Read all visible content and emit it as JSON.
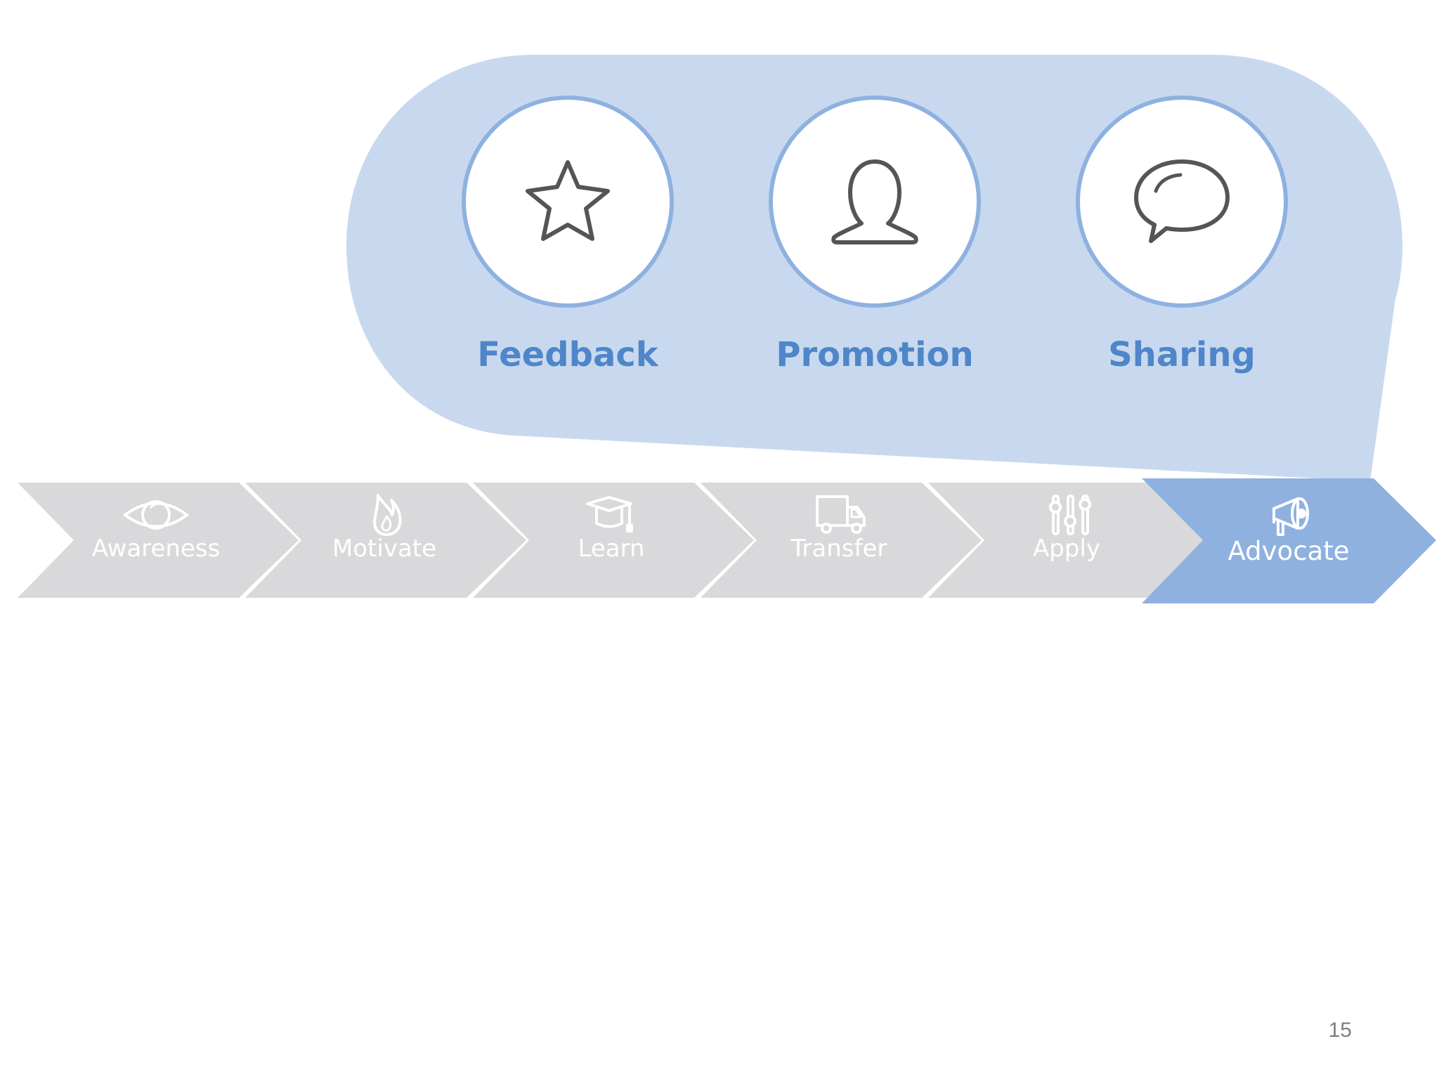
{
  "colors": {
    "bubble_fill": "#c8d9ef",
    "circle_border": "#8eb1e0",
    "circle_label": "#4f86c9",
    "icon_stroke": "#555555",
    "chevron_inactive": "#d9d9db",
    "chevron_active": "#8eb1e0",
    "chevron_text": "#ffffff",
    "page_number": "#7f7f7f"
  },
  "focus_items": [
    {
      "label": "Feedback",
      "icon": "star-icon"
    },
    {
      "label": "Promotion",
      "icon": "person-icon"
    },
    {
      "label": "Sharing",
      "icon": "speech-bubble-icon"
    }
  ],
  "process_steps": [
    {
      "label": "Awareness",
      "icon": "eye-icon",
      "active": false
    },
    {
      "label": "Motivate",
      "icon": "fire-icon",
      "active": false
    },
    {
      "label": "Learn",
      "icon": "graduation-cap-icon",
      "active": false
    },
    {
      "label": "Transfer",
      "icon": "truck-icon",
      "active": false
    },
    {
      "label": "Apply",
      "icon": "sliders-icon",
      "active": false
    },
    {
      "label": "Advocate",
      "icon": "megaphone-icon",
      "active": true
    }
  ],
  "page_number": "15"
}
